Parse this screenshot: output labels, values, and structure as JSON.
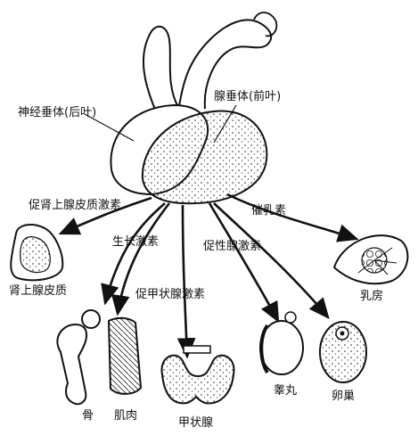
{
  "labels": {
    "anterior_pituitary": "腺垂体(前叶)",
    "posterior_pituitary": "神经垂体(后叶)",
    "acth": "促肾上腺皮质激素",
    "prolactin": "催乳素",
    "growth_hormone": "生长激素",
    "gonadotropin": "促性腺激素",
    "tsh": "促甲状腺激素",
    "adrenal_cortex": "肾上腺皮质",
    "mammary_gland": "乳房",
    "bone": "骨",
    "muscle": "肌肉",
    "thyroid": "甲状腺",
    "testis": "睾丸",
    "ovary": "卵巢"
  },
  "colors": {
    "ink": "#111111",
    "background": "#ffffff"
  }
}
